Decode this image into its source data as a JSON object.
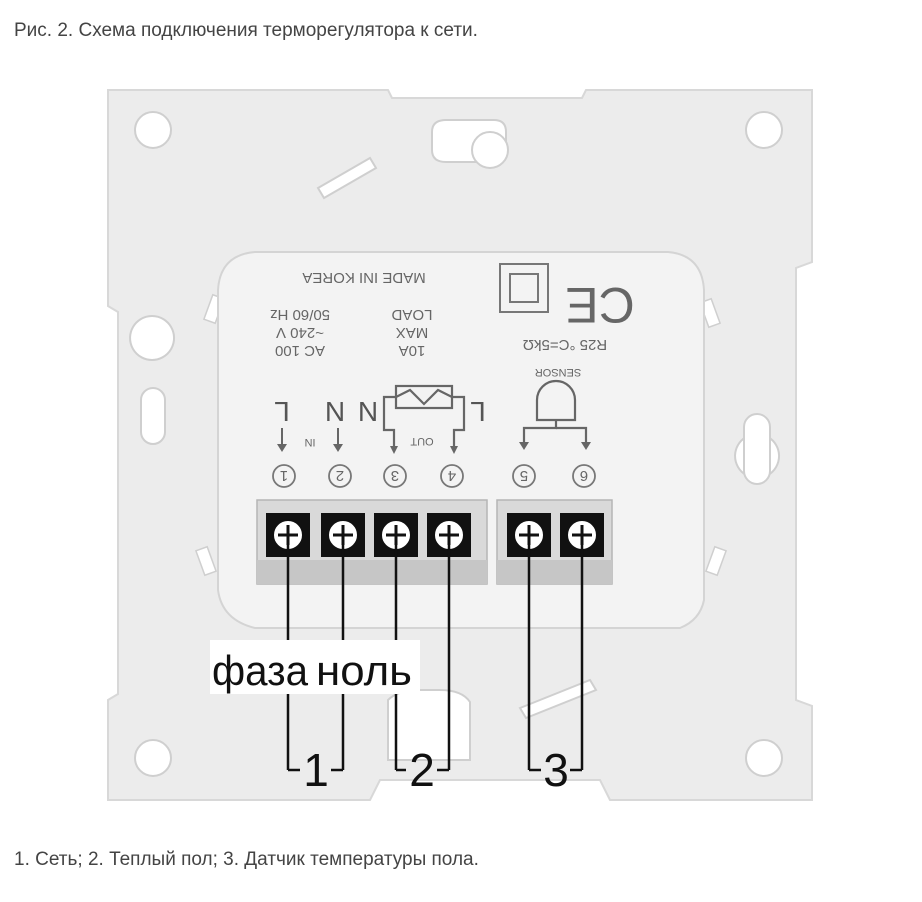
{
  "figure_title": "Рис. 2. Схема подключения терморегулятора к сети.",
  "figure_caption": "1. Сеть; 2. Теплый пол; 3. Датчик температуры пола.",
  "device": {
    "made_in": "MADE INI KOREA",
    "specs_in": [
      "AC 100",
      "~240 V",
      "50/60 Hz"
    ],
    "specs_out": [
      "10A",
      "MAX",
      "LOAD"
    ],
    "resistance": "R25 °C=5kΩ",
    "sensor_label": "SENSOR",
    "ce_mark": "CE",
    "label_in": "IN",
    "label_out": "OUT",
    "term_letters": [
      "L",
      "N",
      "N",
      "L"
    ],
    "terminal_numbers": [
      "1",
      "2",
      "3",
      "4",
      "5",
      "6"
    ]
  },
  "wiring": {
    "phase": "фаза",
    "neutral": "ноль",
    "group1": "1",
    "group2": "2",
    "group3": "3"
  }
}
